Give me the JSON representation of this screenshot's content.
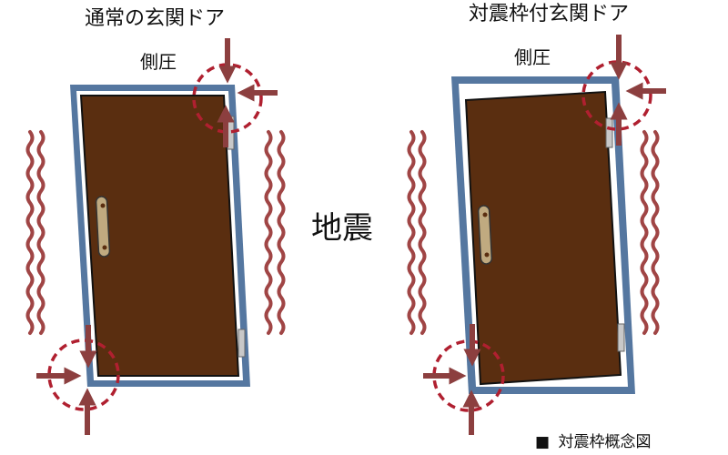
{
  "titles": {
    "left": "通常の玄関ドア",
    "right": "対震枠付玄関ドア"
  },
  "labels": {
    "left_pressure": "側圧",
    "right_pressure": "側圧",
    "center": "地震"
  },
  "caption": {
    "marker": "■",
    "text": "対震枠概念図"
  },
  "colors": {
    "frame": "#5577a0",
    "door": "#5a2e10",
    "arrow": "#8c3f3f",
    "circle": "#b02030",
    "wave": "#a04545",
    "handle": "#c0aa80",
    "hinge": "#c8c8c8"
  },
  "icons": {
    "arrow": "pressure-arrow-icon",
    "circle": "dashed-circle-icon",
    "wave": "quake-wave-icon"
  }
}
